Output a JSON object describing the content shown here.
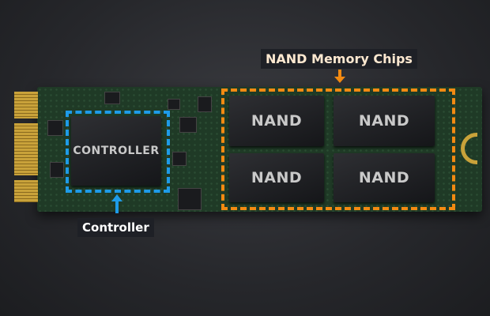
{
  "labels": {
    "nand_group": "NAND Memory Chips",
    "controller": "Controller"
  },
  "chips": {
    "controller": "CONTROLLER",
    "nand": [
      "NAND",
      "NAND",
      "NAND",
      "NAND"
    ]
  },
  "colors": {
    "controller_highlight": "#1e9be8",
    "nand_highlight": "#f28a12",
    "board": "#1f3a26"
  }
}
